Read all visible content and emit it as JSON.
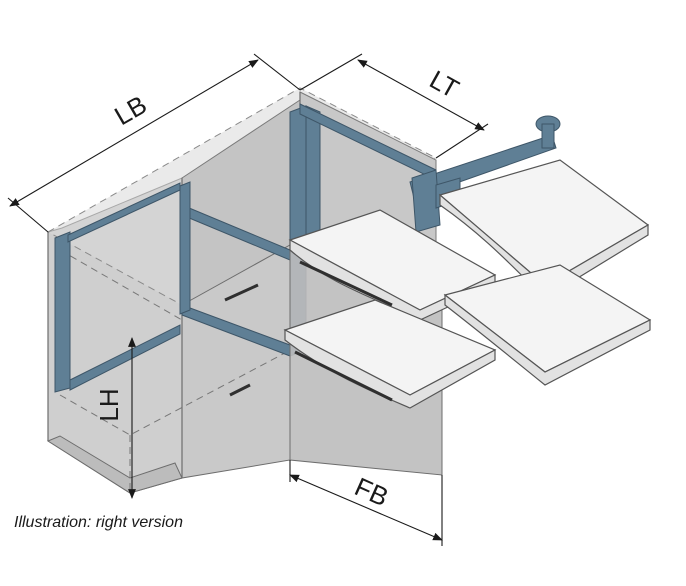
{
  "diagram": {
    "dimensions": {
      "lb": "LB",
      "lt": "LT",
      "lh": "LH",
      "fb": "FB"
    },
    "caption": "Illustration: right version",
    "colors": {
      "cabinet_fill": "#cfcfcf",
      "cabinet_stroke": "#6d6d6d",
      "frame_metal": "#5f7f95",
      "frame_metal_dark": "#3e5668",
      "shelf_fill": "#f4f4f4",
      "shelf_stroke": "#555555",
      "door_fill": "#bdbdbd",
      "line": "#1a1a1a"
    }
  }
}
